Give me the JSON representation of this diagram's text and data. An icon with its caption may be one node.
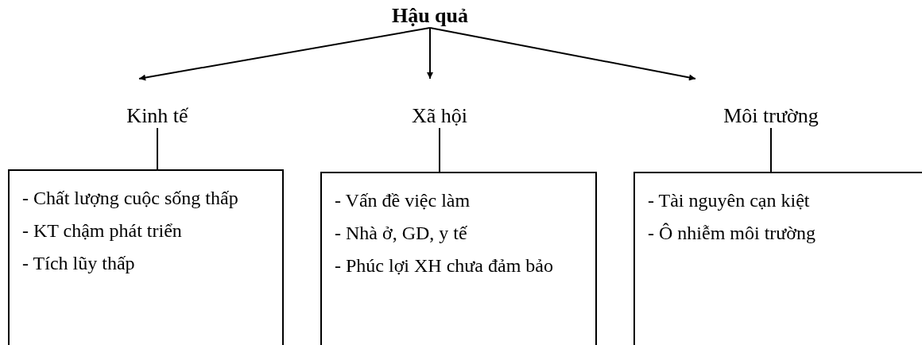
{
  "diagram": {
    "nodes": [
      {
        "text": [
          "Hậu quả"
        ]
      },
      {
        "text": [
          "Kinh tế"
        ]
      },
      {
        "text": [
          "Xã hội"
        ]
      },
      {
        "text": [
          "Môi trường"
        ]
      },
      {
        "text": [
          "- Chất lượng cuộc sống thấp",
          "- KT chậm phát triển",
          "- Tích lũy thấp"
        ]
      },
      {
        "text": [
          "- Vấn đề việc làm",
          "- Nhà ở, GD, y tế",
          "- Phúc lợi XH  chưa đảm bảo"
        ]
      },
      {
        "text": [
          "- Tài nguyên cạn kiệt",
          "- Ô nhiễm môi trường"
        ]
      }
    ],
    "edges": [
      {
        "from": 0,
        "to": 1,
        "arrow": "to"
      },
      {
        "from": 0,
        "to": 2,
        "arrow": "to"
      },
      {
        "from": 0,
        "to": 3,
        "arrow": "to"
      },
      {
        "from": 1,
        "to": 4,
        "arrow": "none"
      },
      {
        "from": 2,
        "to": 5,
        "arrow": "none"
      },
      {
        "from": 3,
        "to": 6,
        "arrow": "none"
      }
    ]
  }
}
